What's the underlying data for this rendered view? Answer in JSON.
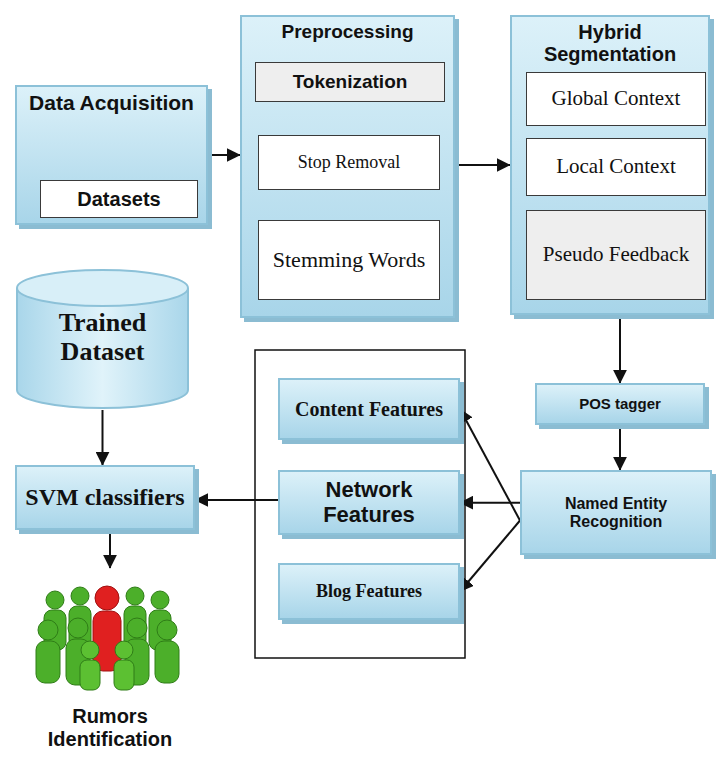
{
  "diagram": {
    "nodes": [
      {
        "text": [
          "Data Acquisition"
        ]
      },
      {
        "text": [
          "Datasets"
        ],
        "in": 0
      },
      {
        "text": [
          "Preprocessing"
        ]
      },
      {
        "text": [
          "Tokenization"
        ],
        "in": 2
      },
      {
        "text": [
          "Stop Removal"
        ],
        "in": 2
      },
      {
        "text": [
          "Stemming Words"
        ],
        "in": 2
      },
      {
        "text": [
          "Hybrid Segmentation"
        ]
      },
      {
        "text": [
          "Global Context"
        ],
        "in": 6
      },
      {
        "text": [
          "Local Context"
        ],
        "in": 6
      },
      {
        "text": [
          "Pseudo Feedback"
        ],
        "in": 6
      },
      {
        "text": [
          "Trained Dataset"
        ]
      },
      {
        "text": [
          "Content Features"
        ]
      },
      {
        "text": [
          "POS tagger"
        ]
      },
      {
        "text": [
          "Network Features"
        ]
      },
      {
        "text": [
          "Named Entity Recognition"
        ]
      },
      {
        "text": [
          "SVM classifiers"
        ]
      },
      {
        "text": [
          "Blog Features"
        ]
      },
      {
        "text": [
          "Rumors Identification"
        ]
      }
    ],
    "edges": [
      {
        "from": 0,
        "to": 2,
        "arrow": "to"
      },
      {
        "from": 3,
        "to": 4,
        "arrow": "to"
      },
      {
        "from": 4,
        "to": 5,
        "arrow": "to"
      },
      {
        "from": 2,
        "to": 6,
        "arrow": "to"
      },
      {
        "from": 6,
        "to": 12,
        "arrow": "to"
      },
      {
        "from": 12,
        "to": 14,
        "arrow": "to"
      },
      {
        "from": 14,
        "to": 11,
        "arrow": "to"
      },
      {
        "from": 14,
        "to": 13,
        "arrow": "to"
      },
      {
        "from": 14,
        "to": 16,
        "arrow": "to"
      },
      {
        "from": 13,
        "to": 15,
        "arrow": "to"
      },
      {
        "from": 10,
        "to": 15,
        "arrow": "to"
      },
      {
        "from": 15,
        "to": 17,
        "arrow": "to"
      }
    ]
  }
}
